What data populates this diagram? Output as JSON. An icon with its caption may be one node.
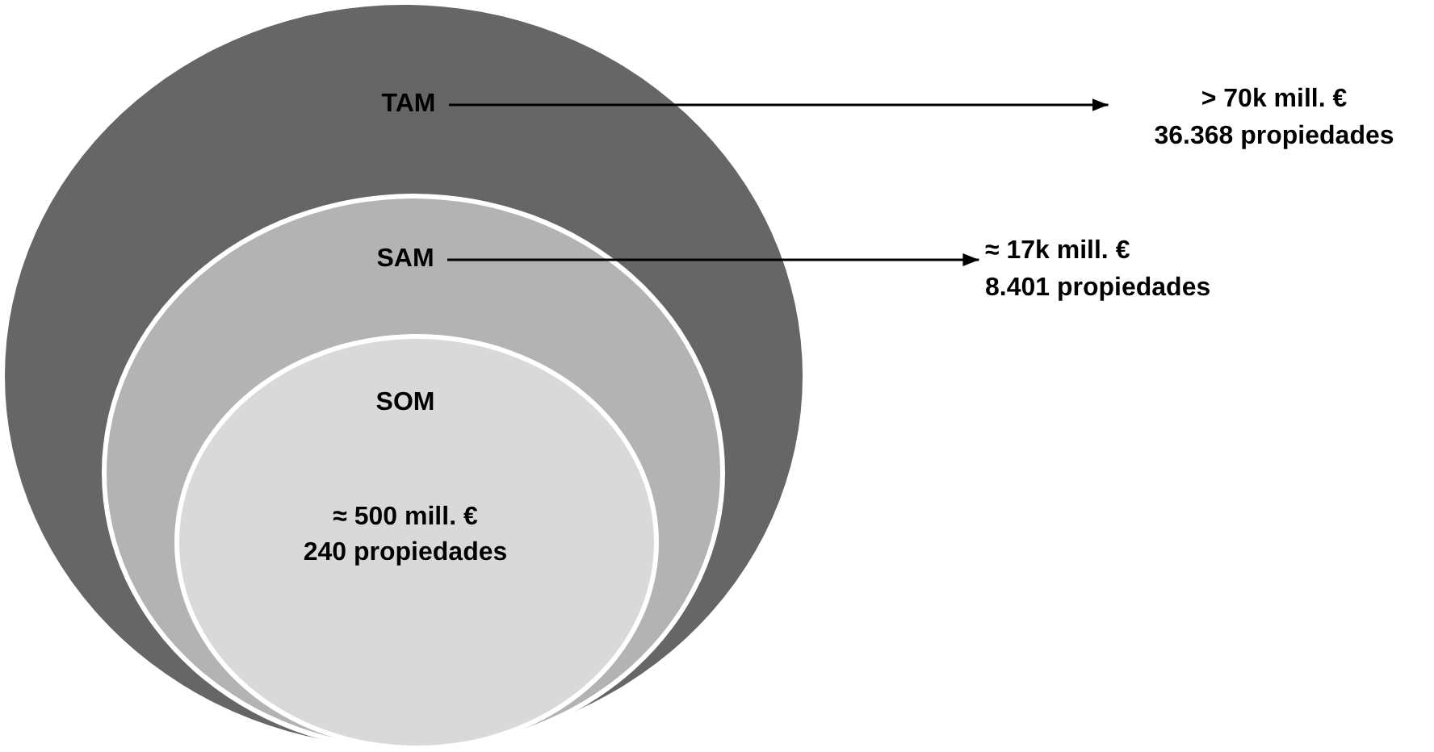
{
  "diagram": {
    "nodes": [
      {
        "text": [
          "TAM"
        ]
      },
      {
        "text": [
          "SAM"
        ],
        "in": 0
      },
      {
        "text": [
          "SOM",
          "≈ 500 mill. €",
          "240 propiedades"
        ],
        "in": 1
      },
      {
        "text": [
          "> 70k mill. €",
          "36.368 propiedades"
        ]
      },
      {
        "text": [
          "≈ 17k mill. €",
          "8.401 propiedades"
        ]
      }
    ],
    "edges": [
      {
        "from": 0,
        "to": 3,
        "arrow": "to"
      },
      {
        "from": 1,
        "to": 4,
        "arrow": "to"
      }
    ]
  }
}
